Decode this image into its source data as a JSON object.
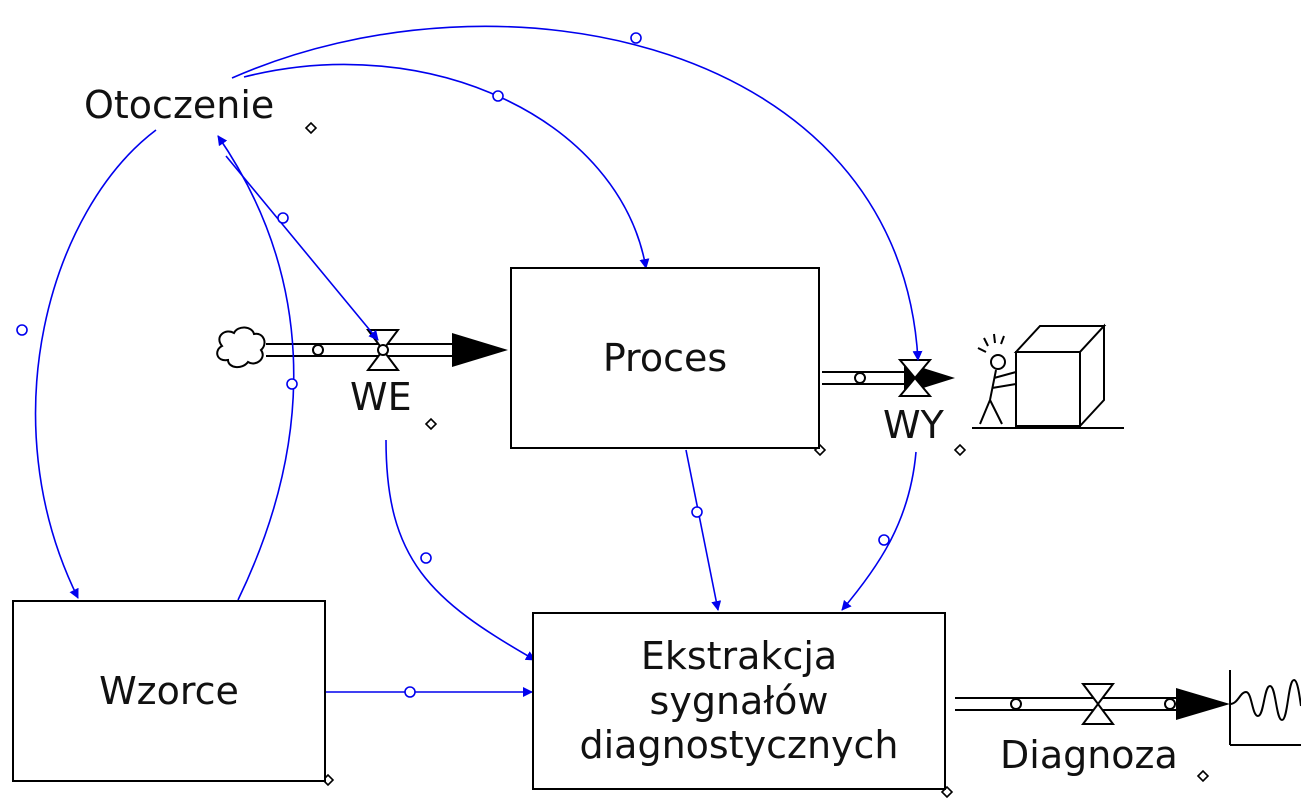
{
  "diagram": {
    "stocks": {
      "proces": "Proces",
      "wzorce": "Wzorce",
      "ekstrakcja": [
        "Ekstrakcja",
        "sygnałów",
        "diagnostycznych"
      ]
    },
    "variables": {
      "otoczenie": "Otoczenie"
    },
    "flows": {
      "we": "WE",
      "wy": "WY",
      "diagnoza": "Diagnoza"
    },
    "colors": {
      "link": "#0000ee",
      "stroke": "#000000",
      "text": "#111111"
    },
    "icons": [
      "cloud-icon",
      "person-pushing-box-icon",
      "oscilloscope-icon",
      "valve-icon"
    ]
  }
}
